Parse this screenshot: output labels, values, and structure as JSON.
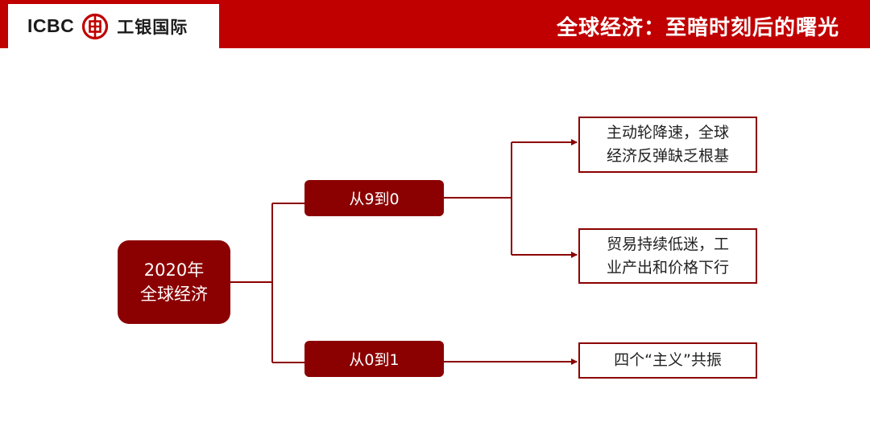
{
  "header": {
    "logo_text": "ICBC",
    "logo_cn": "工银国际",
    "title": "全球经济：至暗时刻后的曙光"
  },
  "colors": {
    "brand_red": "#c00000",
    "node_dark_red": "#8b0000",
    "text_dark": "#222222"
  },
  "diagram": {
    "root": {
      "line1": "2020年",
      "line2": "全球经济"
    },
    "branches": [
      {
        "label": "从9到0",
        "children": [
          {
            "line1": "主动轮降速，全球",
            "line2": "经济反弹缺乏根基"
          },
          {
            "line1": "贸易持续低迷，工",
            "line2": "业产出和价格下行"
          }
        ]
      },
      {
        "label": "从0到1",
        "children": [
          {
            "line1": "四个“主义”共振"
          }
        ]
      }
    ]
  }
}
